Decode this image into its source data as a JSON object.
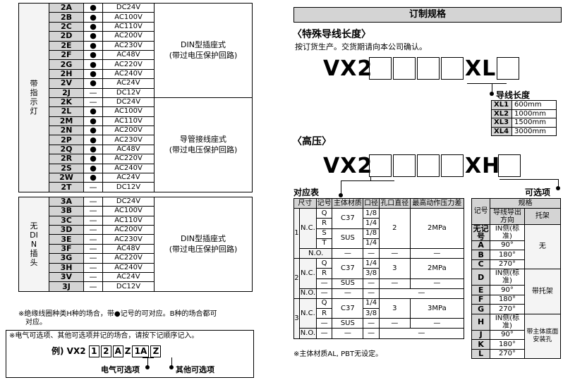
{
  "left": {
    "groups": [
      {
        "label": "带指示灯",
        "desc1": "DIN型插座式",
        "desc2": "(带过电压保护回路)",
        "rows": [
          [
            "2A",
            "●",
            "DC24V"
          ],
          [
            "2B",
            "●",
            "AC100V"
          ],
          [
            "2C",
            "●",
            "AC110V"
          ],
          [
            "2D",
            "●",
            "AC200V"
          ],
          [
            "2E",
            "●",
            "AC230V"
          ],
          [
            "2F",
            "●",
            "AC48V"
          ],
          [
            "2G",
            "●",
            "AC220V"
          ],
          [
            "2H",
            "●",
            "AC240V"
          ],
          [
            "2V",
            "●",
            "AC24V"
          ],
          [
            "2J",
            "—",
            "DC12V"
          ]
        ]
      },
      {
        "desc1": "导管接线座式",
        "desc2": "(带过电压保护回路)",
        "rows": [
          [
            "2K",
            "—",
            "DC24V"
          ],
          [
            "2L",
            "●",
            "AC100V"
          ],
          [
            "2M",
            "●",
            "AC110V"
          ],
          [
            "2N",
            "●",
            "AC200V"
          ],
          [
            "2P",
            "●",
            "AC230V"
          ],
          [
            "2Q",
            "●",
            "AC48V"
          ],
          [
            "2R",
            "●",
            "AC220V"
          ],
          [
            "2S",
            "●",
            "AC240V"
          ],
          [
            "2W",
            "●",
            "AC24V"
          ],
          [
            "2T",
            "—",
            "DC12V"
          ]
        ]
      },
      {
        "label": "无DIN插头",
        "desc1": "DIN型插座式",
        "desc2": "(带过电压保护回路)",
        "rows": [
          [
            "3A",
            "—",
            "DC24V"
          ],
          [
            "3B",
            "—",
            "AC100V"
          ],
          [
            "3C",
            "—",
            "AC110V"
          ],
          [
            "3D",
            "—",
            "AC200V"
          ],
          [
            "3E",
            "—",
            "AC230V"
          ],
          [
            "3F",
            "—",
            "AC48V"
          ],
          [
            "3G",
            "—",
            "AC220V"
          ],
          [
            "3H",
            "—",
            "AC240V"
          ],
          [
            "3V",
            "—",
            "AC24V"
          ],
          [
            "3J",
            "—",
            "DC12V"
          ]
        ]
      }
    ],
    "note1": "※绝缘线圈种类H种的场合，带●记号的可对应。B种的场合都可",
    "note1b": "对应。",
    "note2": "※电气可选项、其他可选项并记的场合，请按下记顺序记入。",
    "example_prefix": "例) VX2",
    "example_boxes1": [
      "1",
      "2",
      "A"
    ],
    "example_z": "Z",
    "example_boxes2": [
      "1A",
      "Z"
    ],
    "label_elec": "电气可选项",
    "label_other": "其他可选项"
  },
  "right": {
    "title": "订制规格",
    "special_heading": "〈特殊导线长度〉",
    "special_note": "按订货生产。交货期请向本公司确认。",
    "model_prefix": "VX2",
    "xl": "XL",
    "xh": "XH",
    "len_title": "导线长度",
    "lengths": [
      [
        "XL1",
        "600mm"
      ],
      [
        "XL2",
        "1000mm"
      ],
      [
        "XL3",
        "1500mm"
      ],
      [
        "XL4",
        "3000mm"
      ]
    ],
    "hp_heading": "〈高压〉",
    "corr_title": "对应表",
    "opt_title": "可选项",
    "corr_headers": [
      "尺寸",
      "记号",
      "主体材质",
      "口径",
      "孔口直径",
      "最高动作压力差"
    ],
    "corr_note": "※主体材质AL, PBT无设定。",
    "opt_headers": {
      "spec": "规格",
      "sym": "记号",
      "dir": "导线导出方向",
      "bracket": "托架"
    },
    "opt_rows": [
      [
        "无记号",
        "IN侧(标准)"
      ],
      [
        "A",
        "90°"
      ],
      [
        "B",
        "180°"
      ],
      [
        "C",
        "270°"
      ],
      [
        "D",
        "IN侧(标准)"
      ],
      [
        "E",
        "90°"
      ],
      [
        "F",
        "180°"
      ],
      [
        "G",
        "270°"
      ],
      [
        "H",
        "IN侧(标准)"
      ],
      [
        "J",
        "90°"
      ],
      [
        "K",
        "180°"
      ],
      [
        "L",
        "270°"
      ]
    ],
    "opt_none": "无",
    "opt_bracket": "带托架",
    "opt_bracket_hole": "带主体底面安装孔"
  }
}
